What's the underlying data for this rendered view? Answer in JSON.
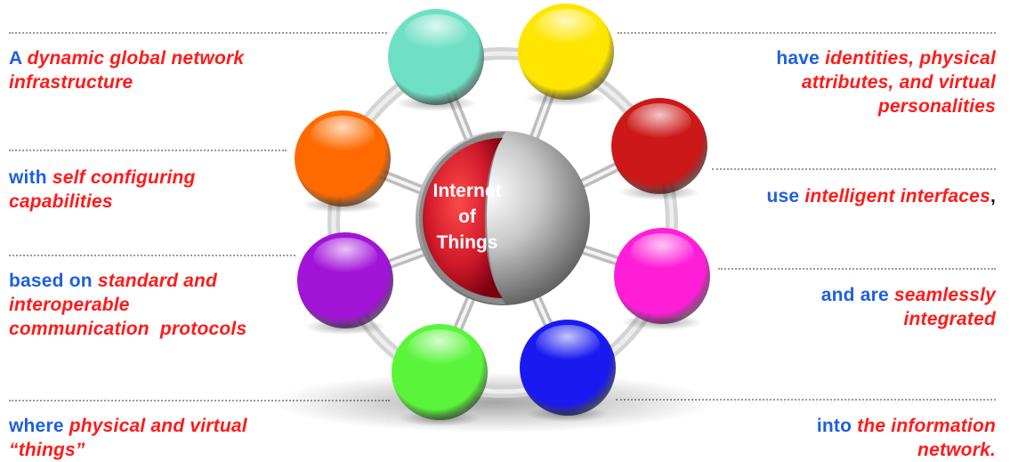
{
  "colors": {
    "blue": "#1f5fe0",
    "red": "#ff1a1a",
    "hub_red": "#c8102e",
    "ring": "#d0d0d0"
  },
  "hub": {
    "lines": [
      "Internet",
      "of",
      "Things"
    ]
  },
  "nodes": [
    {
      "name": "teal",
      "color": "#6fe0c4"
    },
    {
      "name": "yellow",
      "color": "#ffe600"
    },
    {
      "name": "dark-red",
      "color": "#cc1818"
    },
    {
      "name": "magenta",
      "color": "#ff1ed8"
    },
    {
      "name": "blue",
      "color": "#1a1af0"
    },
    {
      "name": "green",
      "color": "#5af53a"
    },
    {
      "name": "purple",
      "color": "#a214d8"
    },
    {
      "name": "orange",
      "color": "#ff6a00"
    }
  ],
  "left": [
    {
      "blue": "A ",
      "red": "dynamic global network",
      "red2": "infrastructure"
    },
    {
      "blue": "with ",
      "red": "self configuring",
      "red2": "capabilities"
    },
    {
      "blue": "based on ",
      "red": "standard and",
      "red2": "interoperable",
      "red3": "communication  protocols"
    },
    {
      "blue": "where ",
      "red": "physical and virtual",
      "red2": "“things”"
    }
  ],
  "right": [
    {
      "blue": "have ",
      "red": "identities, physical",
      "red2": "attributes, and virtual",
      "red3": "personalities"
    },
    {
      "blue": "use ",
      "red": "intelligent interfaces",
      "dark": ","
    },
    {
      "blue": "and are ",
      "red": "seamlessly",
      "red2": "integrated"
    },
    {
      "blue": "into ",
      "red": "the information",
      "red2": "network."
    }
  ]
}
